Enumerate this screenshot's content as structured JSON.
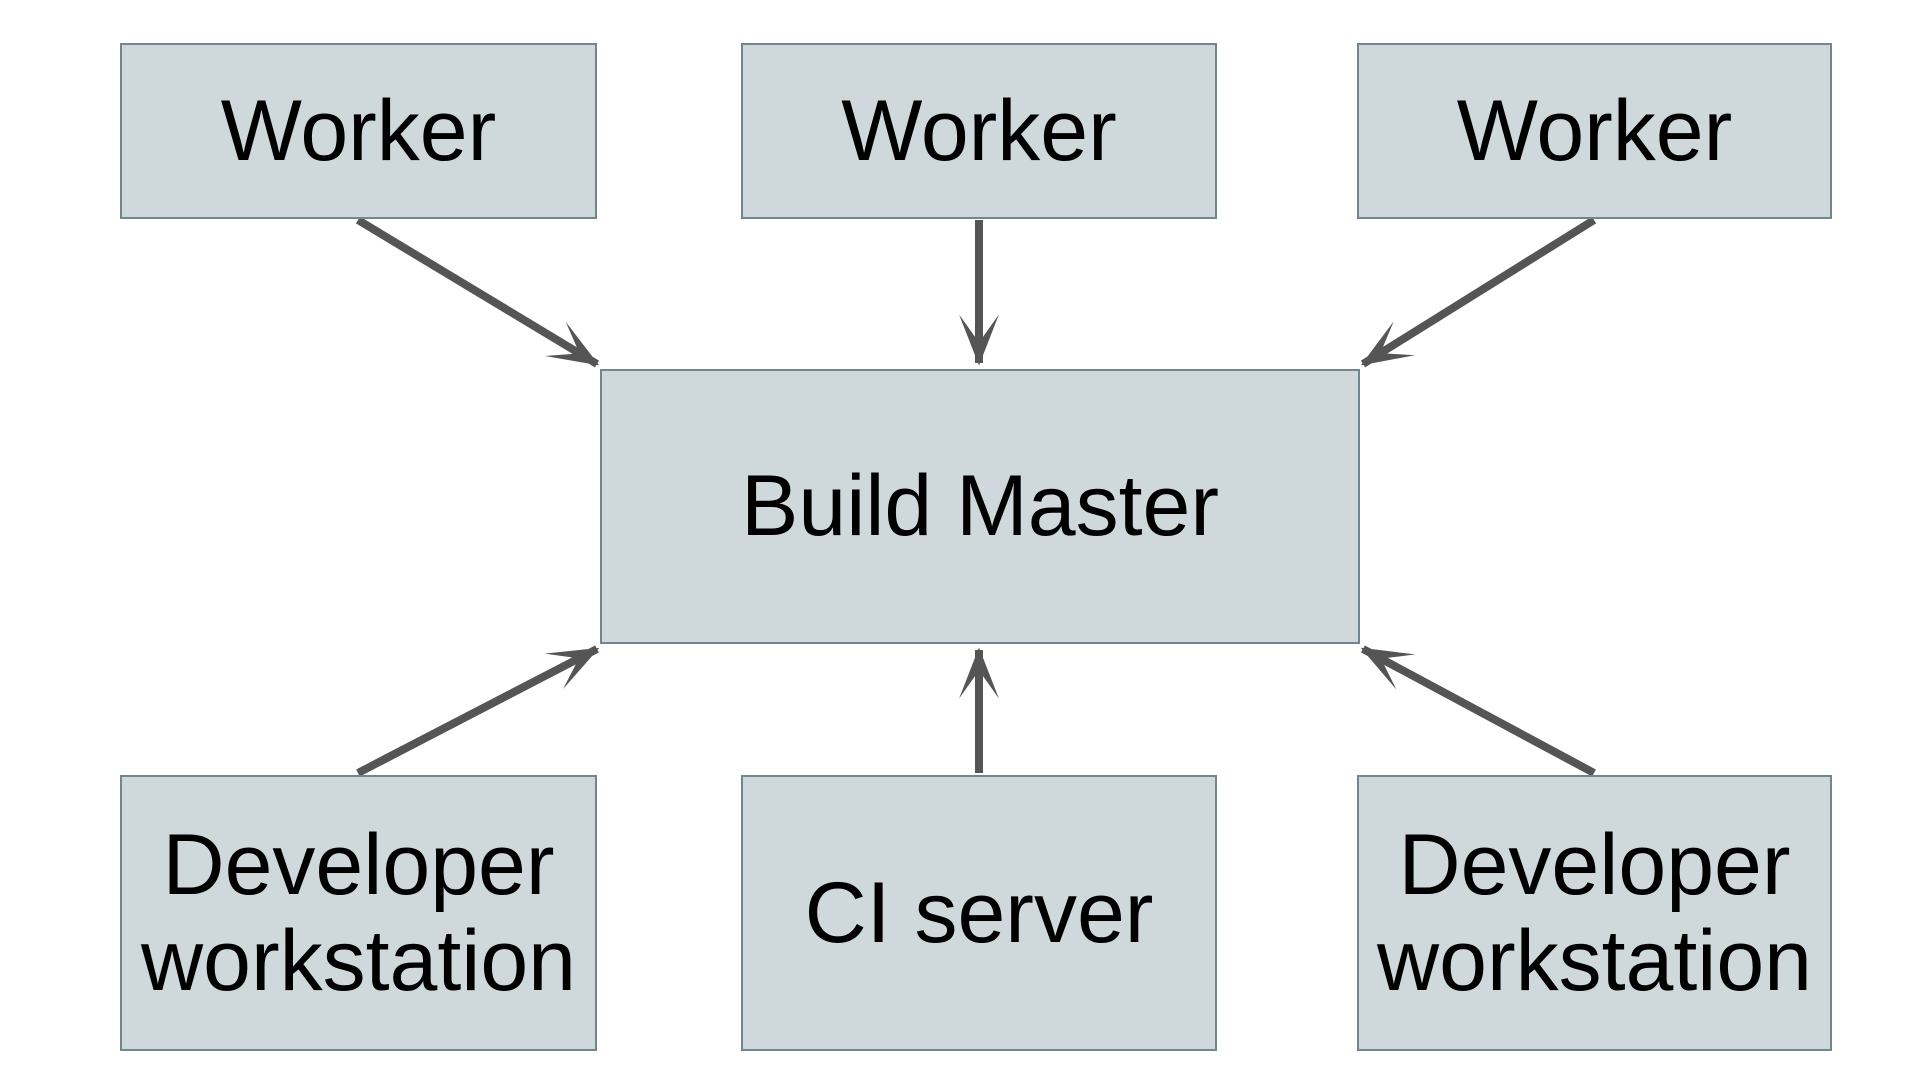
{
  "diagram": {
    "nodes": {
      "worker_1": {
        "label": "Worker"
      },
      "worker_2": {
        "label": "Worker"
      },
      "worker_3": {
        "label": "Worker"
      },
      "build_master": {
        "label": "Build Master"
      },
      "developer_workstation_left": {
        "label": "Developer workstation"
      },
      "ci_server": {
        "label": "CI server"
      },
      "developer_workstation_right": {
        "label": "Developer workstation"
      }
    },
    "edges": [
      {
        "from": "worker_1",
        "to": "build_master"
      },
      {
        "from": "worker_2",
        "to": "build_master"
      },
      {
        "from": "worker_3",
        "to": "build_master"
      },
      {
        "from": "developer_workstation_left",
        "to": "build_master"
      },
      {
        "from": "ci_server",
        "to": "build_master"
      },
      {
        "from": "developer_workstation_right",
        "to": "build_master"
      }
    ],
    "colors": {
      "background": "#ffffff",
      "node_fill": "#cfd8db",
      "node_border": "#71868f",
      "arrow": "#555555",
      "text": "#000000"
    }
  }
}
